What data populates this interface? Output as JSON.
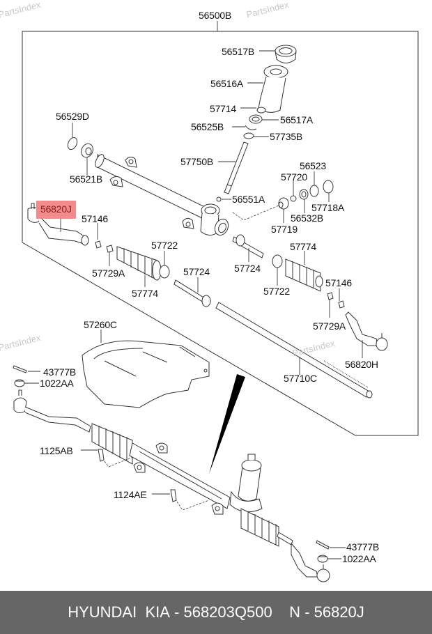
{
  "diagram": {
    "title_part": "56500B",
    "watermark": "PartsIndex",
    "highlighted_part": "56820J",
    "highlight_color": "#f28b8b",
    "labels": {
      "p56517B": "56517B",
      "p56516A": "56516A",
      "p57714": "57714",
      "p56517A": "56517A",
      "p56525B": "56525B",
      "p57735B": "57735B",
      "p56529D": "56529D",
      "p56521B": "56521B",
      "p57750B": "57750B",
      "p56551A": "56551A",
      "p56523": "56523",
      "p57720": "57720",
      "p57718A": "57718A",
      "p56532B": "56532B",
      "p57719": "57719",
      "p56820J": "56820J",
      "p57146_l": "57146",
      "p57729A_l": "57729A",
      "p57722_l": "57722",
      "p57774_l": "57774",
      "p57724_l": "57724",
      "p57724_r": "57724",
      "p57774_r": "57774",
      "p57722_r": "57722",
      "p57146_r": "57146",
      "p57729A_r": "57729A",
      "p56820H": "56820H",
      "p57710C": "57710C",
      "p57260C": "57260C",
      "p43777B_l": "43777B",
      "p1022AA_l": "1022AA",
      "p1125AB": "1125AB",
      "p1124AE": "1124AE",
      "p43777B_r": "43777B",
      "p1022AA_r": "1022AA"
    }
  },
  "footer": {
    "brand": "HYUNDAI  KIA",
    "oem_number": "568203Q500",
    "ref_prefix": "N",
    "ref_number": "56820J",
    "separator": " - "
  }
}
